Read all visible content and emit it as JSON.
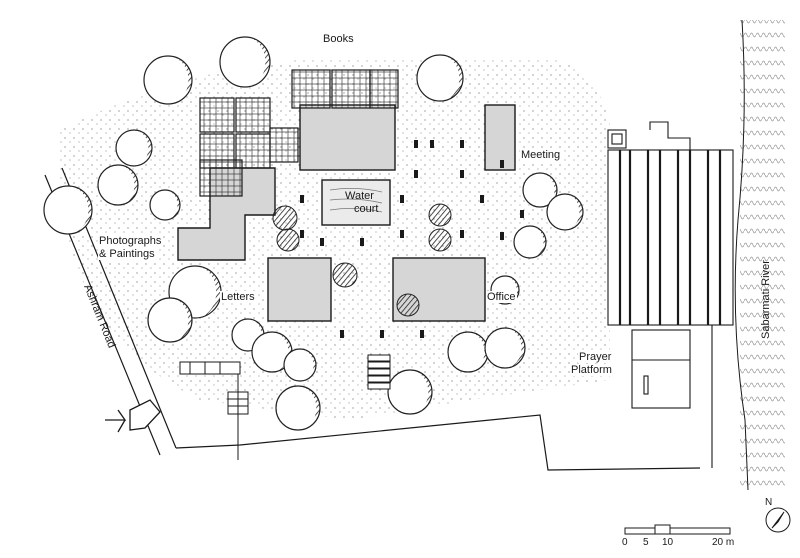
{
  "labels": {
    "books": "Books",
    "meeting": "Meeting",
    "water_court_1": "Water",
    "water_court_2": "court",
    "photographs_1": "Photographs",
    "photographs_2": "& Paintings",
    "letters": "Letters",
    "office": "Office",
    "prayer_1": "Prayer",
    "prayer_2": "Platform",
    "ashram_road": "Ashram Road",
    "river": "Sabarmati River"
  },
  "scale_bar": {
    "ticks": [
      "0",
      "5",
      "10",
      "20 m"
    ]
  },
  "north": {
    "label": "N"
  },
  "colors": {
    "ink": "#1a1a1a",
    "room_fill": "#d6d6d6",
    "paper": "#ffffff"
  }
}
